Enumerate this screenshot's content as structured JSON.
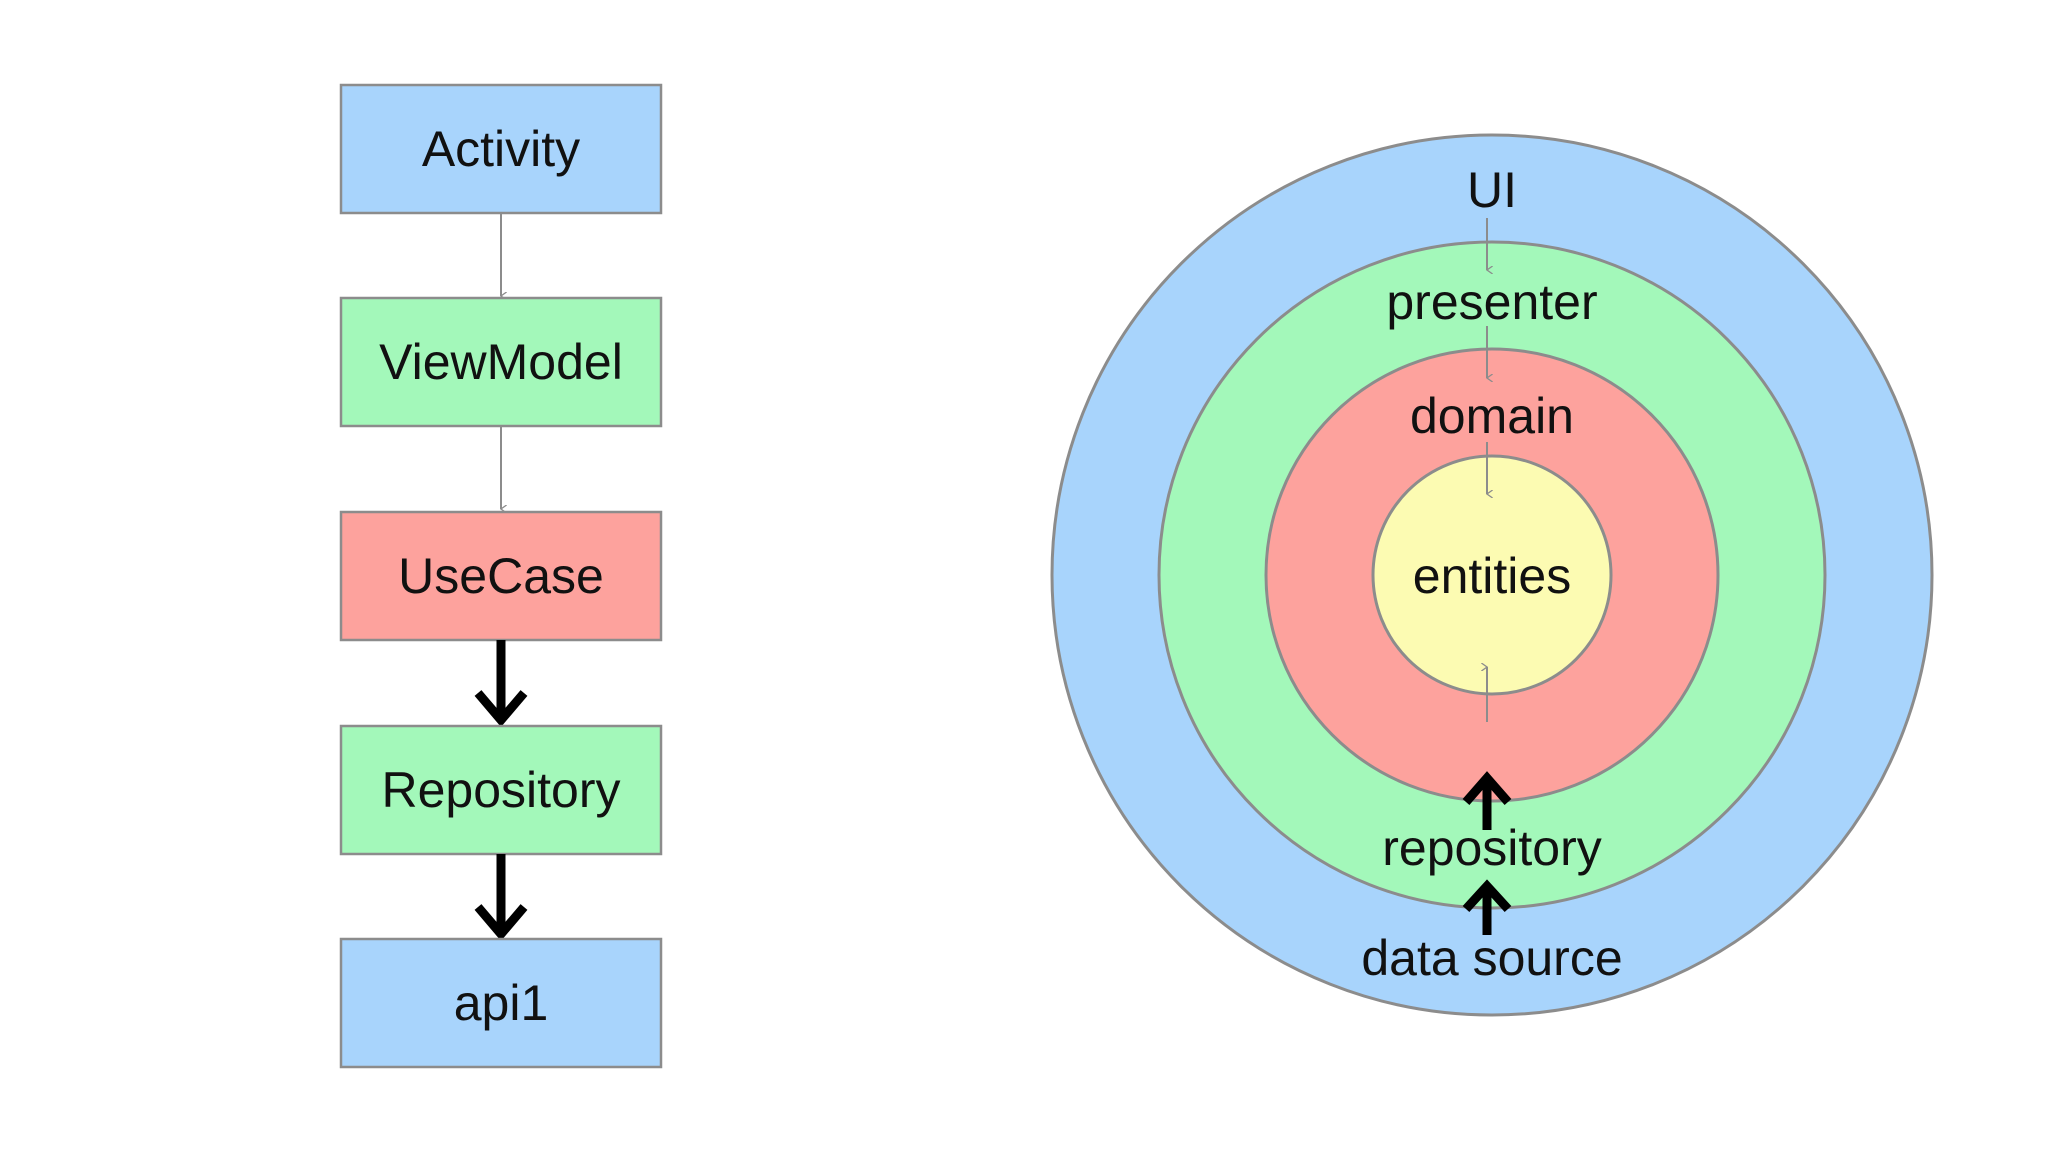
{
  "left_stack": {
    "boxes": [
      {
        "label": "Activity",
        "color": "#a8d4fc"
      },
      {
        "label": "ViewModel",
        "color": "#a3f8ba"
      },
      {
        "label": "UseCase",
        "color": "#fda29d"
      },
      {
        "label": "Repository",
        "color": "#a3f8ba"
      },
      {
        "label": "api1",
        "color": "#a8d4fc"
      }
    ],
    "arrows": [
      {
        "style": "thin"
      },
      {
        "style": "thin"
      },
      {
        "style": "thick"
      },
      {
        "style": "thick"
      }
    ]
  },
  "onion": {
    "rings": [
      {
        "name": "UI",
        "color": "#a8d4fc"
      },
      {
        "name": "presenter",
        "color": "#a3f8ba"
      },
      {
        "name": "domain",
        "color": "#fda29d"
      },
      {
        "name": "entities",
        "color": "#fcfbb2"
      }
    ],
    "outer_label": "data source",
    "bottom_ring_label": "repository"
  },
  "colors": {
    "border": "#8c8c8c",
    "arrow_thin": "#8c8c8c",
    "arrow_thick": "#000000",
    "text": "#111111"
  }
}
